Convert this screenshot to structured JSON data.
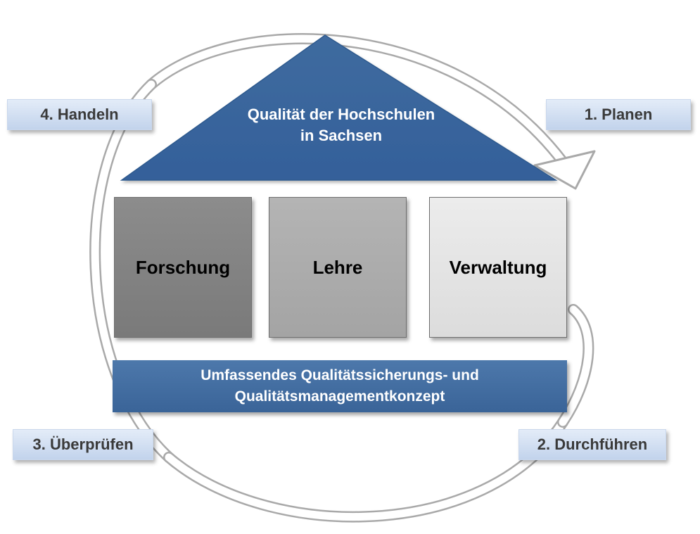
{
  "roof": {
    "line1": "Qualität der Hochschulen",
    "line2": "in Sachsen",
    "color": "#3b6699"
  },
  "pillars": [
    {
      "label": "Forschung",
      "color": "#808080"
    },
    {
      "label": "Lehre",
      "color": "#aaaaaa"
    },
    {
      "label": "Verwaltung",
      "color": "#e5e5e5"
    }
  ],
  "base": {
    "line1": "Umfassendes Qualitätssicherungs- und",
    "line2": "Qualitätsmanagementkonzept",
    "color": "#3f6a9e"
  },
  "steps": {
    "plan": "1. Planen",
    "do": "2. Durchführen",
    "check": "3. Überprüfen",
    "act": "4. Handeln"
  }
}
